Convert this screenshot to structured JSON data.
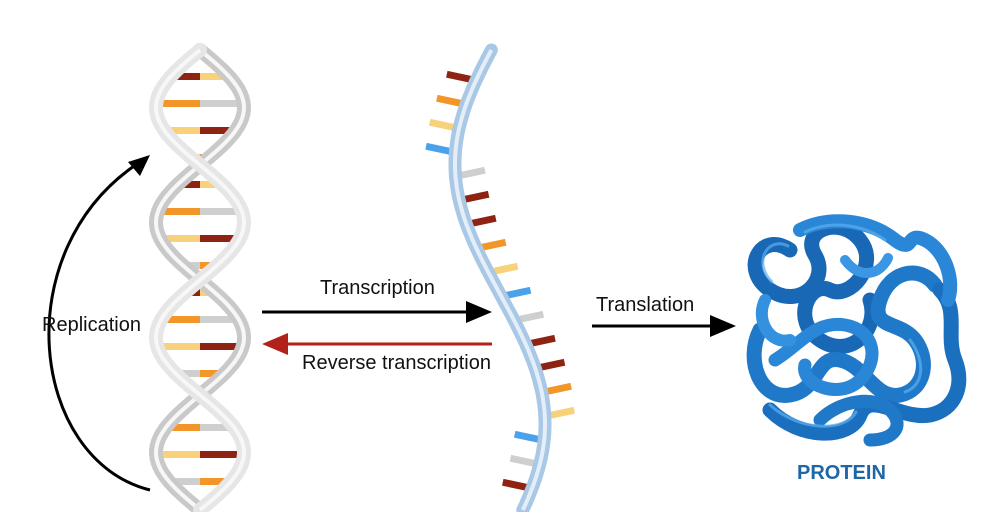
{
  "labels": {
    "replication": "Replication",
    "transcription": "Transcription",
    "reverse_transcription": "Reverse transcription",
    "translation": "Translation",
    "protein": "PROTEIN"
  },
  "colors": {
    "protein_blue": "#1f78c8",
    "protein_label": "#1f66a8",
    "reverse_arrow": "#b0221a",
    "arrow": "#000000",
    "dna_backbone": "#d9d9d9",
    "rna_backbone": "#a9c8e6",
    "base_red": "#8e2314",
    "base_orange": "#f2962a",
    "base_yellow": "#f7d27a",
    "base_blue": "#4aa3ea",
    "base_grey": "#cfcfcf"
  },
  "icons": {
    "dna": "double-helix-icon",
    "rna": "single-strand-helix-icon",
    "protein": "folded-protein-icon"
  }
}
